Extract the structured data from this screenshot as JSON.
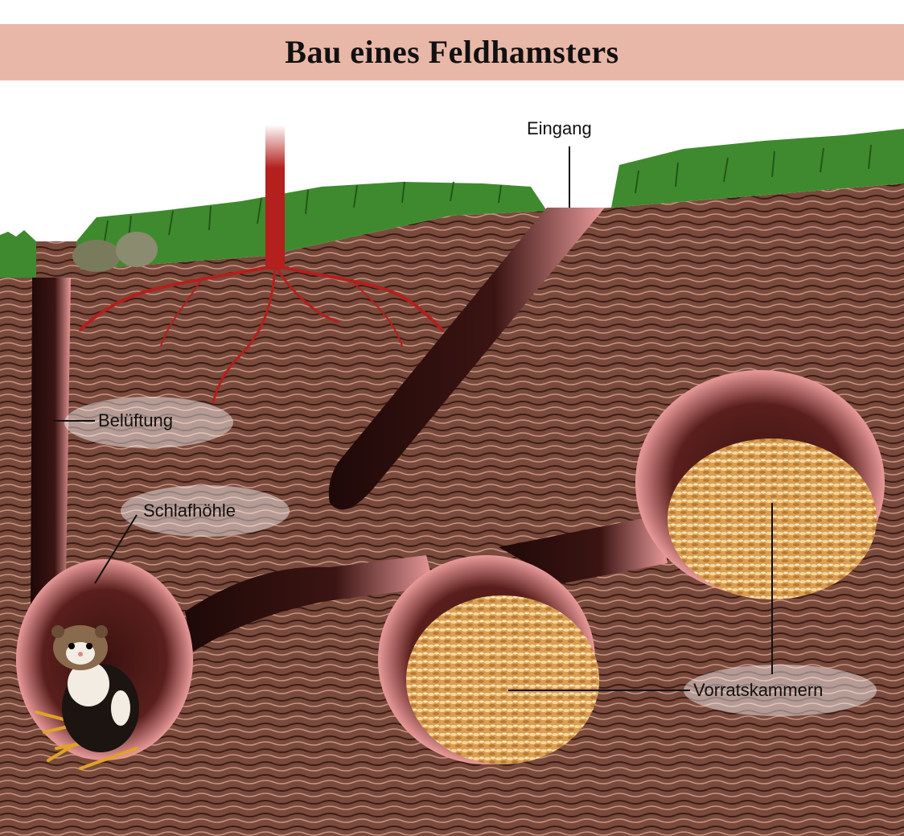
{
  "title": "Bau eines Feldhamsters",
  "labels": {
    "entrance": "Eingang",
    "ventilation": "Belüftung",
    "sleeping_chamber": "Schlafhöhle",
    "storage_chambers": "Vorratskammern"
  },
  "colors": {
    "title_band": "#e8b7a8",
    "soil": "#7a4a3c",
    "tunnel_wall": "#e99a9a",
    "tunnel_dark": "#2a0e0c",
    "grass": "#3f8a2e",
    "root": "#b3201e",
    "grain": "#e8b86a"
  }
}
